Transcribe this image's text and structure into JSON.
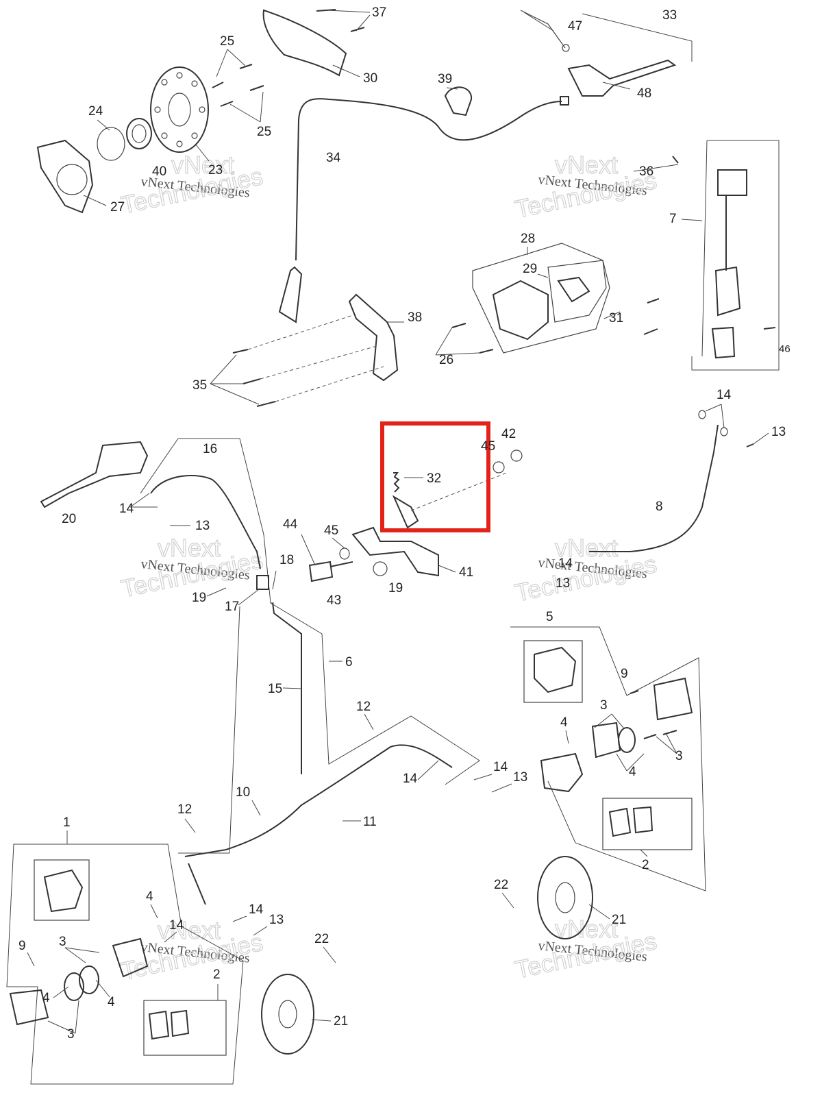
{
  "watermark": {
    "brand": "vNext",
    "line1": "vNext Technologies",
    "line2": "Technologies"
  },
  "labels": {
    "n1": "1",
    "n2a": "2",
    "n2b": "2",
    "n3a": "3",
    "n3b": "3",
    "n3c": "3",
    "n3d": "3",
    "n4a": "4",
    "n4b": "4",
    "n4c": "4",
    "n4d": "4",
    "n4e": "4",
    "n5": "5",
    "n6": "6",
    "n7": "7",
    "n8": "8",
    "n9a": "9",
    "n9b": "9",
    "n10": "10",
    "n11": "11",
    "n12a": "12",
    "n12b": "12",
    "n13a": "13",
    "n13b": "13",
    "n13c": "13",
    "n13d": "13",
    "n13e": "13",
    "n14a": "14",
    "n14b": "14",
    "n14c": "14",
    "n14d": "14",
    "n14e": "14",
    "n14f": "14",
    "n14g": "14",
    "n15": "15",
    "n16": "16",
    "n17": "17",
    "n18": "18",
    "n19a": "19",
    "n19b": "19",
    "n20": "20",
    "n21a": "21",
    "n21b": "21",
    "n22a": "22",
    "n22b": "22",
    "n23": "23",
    "n24": "24",
    "n25a": "25",
    "n25b": "25",
    "n26": "26",
    "n27": "27",
    "n28": "28",
    "n29": "29",
    "n30": "30",
    "n31": "31",
    "n32": "32",
    "n33": "33",
    "n34": "34",
    "n35": "35",
    "n36": "36",
    "n37": "37",
    "n38": "38",
    "n39": "39",
    "n40": "40",
    "n41": "41",
    "n42": "42",
    "n43": "43",
    "n44": "44",
    "n45a": "45",
    "n45b": "45",
    "n46": "46",
    "n47": "47",
    "n48": "48"
  },
  "highlight": {
    "color": "#e2231a",
    "target_part": "32"
  }
}
